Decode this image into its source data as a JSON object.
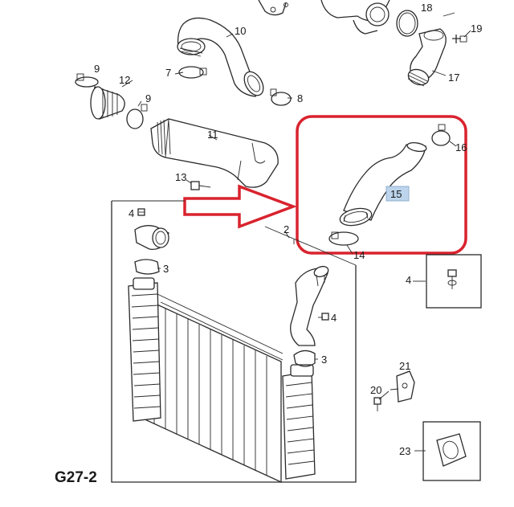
{
  "diagram_code": "G27-2",
  "highlighted_part": "15",
  "callouts": {
    "c2": "2",
    "c3a": "3",
    "c3b": "3",
    "c4a": "4",
    "c4b": "4",
    "c4c": "4",
    "c7": "7",
    "c8": "8",
    "c9a": "9",
    "c9b": "9",
    "c10": "10",
    "c11": "11",
    "c12": "12",
    "c13": "13",
    "c14": "14",
    "c15": "15",
    "c16": "16",
    "c17": "17",
    "c18": "18",
    "c19": "19",
    "c20": "20",
    "c21": "21",
    "c23": "23"
  },
  "colors": {
    "highlight_frame": "#d9232e",
    "arrow": "#d9232e",
    "part15_label_bg": "#bcd4ec",
    "line_art": "#2a2a2a"
  }
}
